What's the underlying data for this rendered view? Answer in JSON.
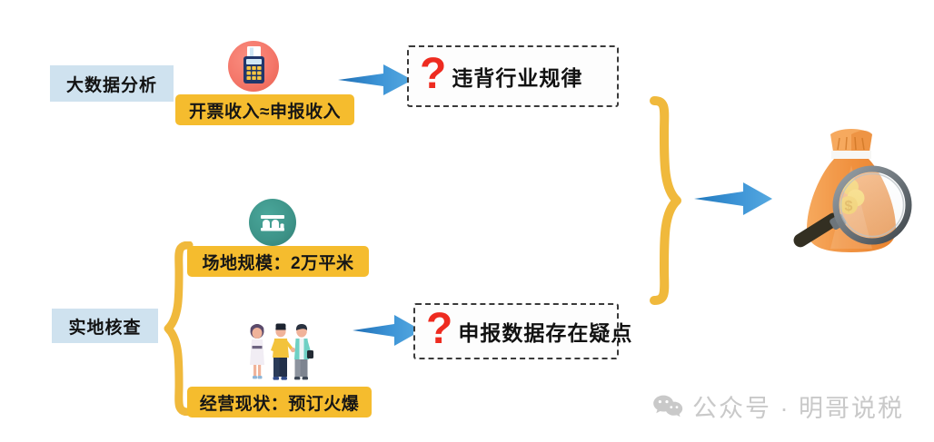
{
  "diagram": {
    "type": "flow-diagram",
    "background_color": "#ffffff",
    "stages": [
      {
        "id": "big-data-analysis",
        "label": "大数据分析",
        "label_bg": "#cfe2ef",
        "icon": "pos-terminal-icon",
        "icon_circle_color": "#f4776a",
        "facts": [
          {
            "text": "开票收入≈申报收入",
            "bg": "#f5bc2e"
          }
        ],
        "conclusion": {
          "marker": "question-mark-icon",
          "marker_color": "#ee2b20",
          "text": "违背行业规律"
        }
      },
      {
        "id": "on-site-inspection",
        "label": "实地核查",
        "label_bg": "#cfe2ef",
        "icons": [
          "venue-building-icon",
          "three-people-illustration"
        ],
        "icon_circle_color": "#3d9388",
        "facts": [
          {
            "text": "场地规模：2万平米",
            "bg": "#f5bc2e"
          },
          {
            "text": "经营现状：预订火爆",
            "bg": "#f5bc2e"
          }
        ],
        "conclusion": {
          "marker": "question-mark-icon",
          "marker_color": "#ee2b20",
          "text": "申报数据存在疑点"
        }
      }
    ],
    "braces": {
      "color": "#f0b93c",
      "left_brace": "left-curly-brace",
      "right_brace": "right-curly-brace"
    },
    "arrows": {
      "color": "#2a86cf",
      "count": 3
    },
    "outcome": {
      "icon": "money-bag-magnifier-icon",
      "bag_color": "#f0913f",
      "coin_color": "#f2c33c",
      "magnifier_handle_color": "#332f22"
    }
  },
  "watermark": {
    "icon": "wechat-icon",
    "text": "公众号 · 明哥说税",
    "color": "#c9c9c9"
  }
}
